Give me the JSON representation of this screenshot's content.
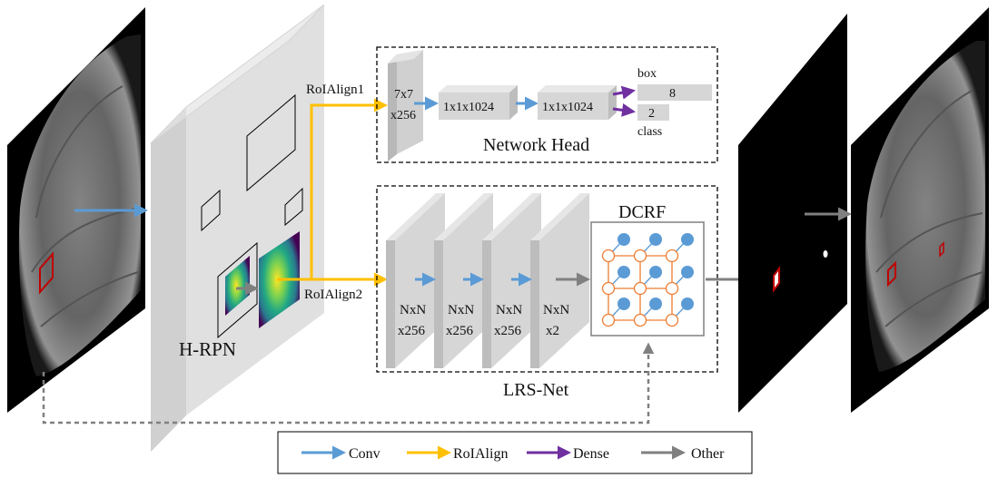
{
  "labels": {
    "roialign1": "RoIAlign1",
    "roialign2": "RoIAlign2",
    "hrpn": "H-RPN",
    "network_head": "Network Head",
    "lrs_net": "LRS-Net",
    "dcrf": "DCRF"
  },
  "network_head": {
    "roi_feat_line1": "7x7",
    "roi_feat_line2": "x256",
    "fc1": "1x1x1024",
    "fc2": "1x1x1024",
    "box_label": "box",
    "box_value": "8",
    "class_value": "2",
    "class_label": "class"
  },
  "lrs_layers": [
    {
      "line1": "NxN",
      "line2": "x256"
    },
    {
      "line1": "NxN",
      "line2": "x256"
    },
    {
      "line1": "NxN",
      "line2": "x256"
    },
    {
      "line1": "NxN",
      "line2": "x2"
    }
  ],
  "legend": [
    {
      "label": "Conv",
      "color": "#5b9bd5"
    },
    {
      "label": "RoIAlign",
      "color": "#ffc000"
    },
    {
      "label": "Dense",
      "color": "#7030a0"
    },
    {
      "label": "Other",
      "color": "#808080"
    }
  ],
  "colors": {
    "conv": "#5b9bd5",
    "roialign": "#ffc000",
    "dense": "#7030a0",
    "other": "#808080",
    "crf_node_fill": "#5b9bd5",
    "crf_edge": "#ed7d31",
    "lesion": "#c00000"
  }
}
